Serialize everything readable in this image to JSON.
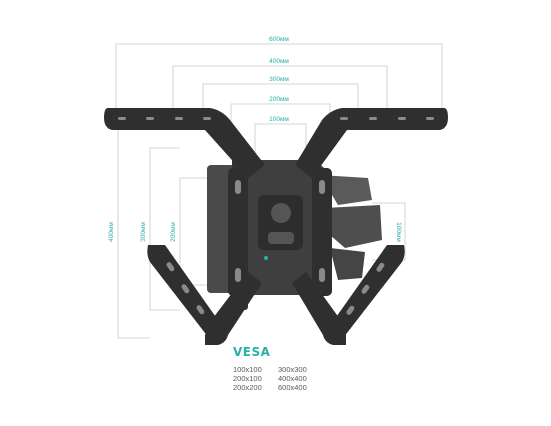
{
  "dimensions": {
    "horizontal": [
      "600мм",
      "400мм",
      "300мм",
      "200мм",
      "100мм"
    ],
    "vertical_left": [
      "400мм",
      "300мм",
      "200мм"
    ],
    "vertical_right": "100мм"
  },
  "vesa": {
    "title": "VESA",
    "sizes": [
      "100x100",
      "300x300",
      "200x100",
      "400x400",
      "200x200",
      "600x400"
    ]
  },
  "colors": {
    "accent": "#2ab0a6",
    "mount_dark": "#3b3b3b",
    "mount_mid": "#555555",
    "dim_lines": "#c9c9c9"
  }
}
